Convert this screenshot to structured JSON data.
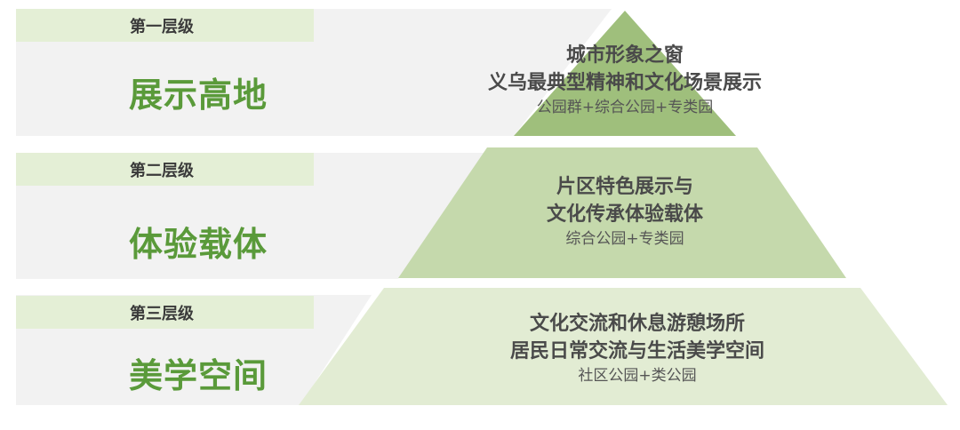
{
  "colors": {
    "panel_gray": "#f2f2f2",
    "tag_green": "#e4efd6",
    "title_green": "#5a9a3a",
    "pyramid_top": "#9fbf7c",
    "pyramid_mid": "#c5d9ac",
    "pyramid_bottom": "#e2ecd3"
  },
  "tiers": [
    {
      "level_label": "第一层级",
      "title": "展示高地",
      "line1": "城市形象之窗",
      "line2": "义乌最典型精神和文化场景展示",
      "sub": "公园群+综合公园+专类园"
    },
    {
      "level_label": "第二层级",
      "title": "体验载体",
      "line1": "片区特色展示与",
      "line2": "文化传承体验载体",
      "sub": "综合公园+专类园"
    },
    {
      "level_label": "第三层级",
      "title": "美学空间",
      "line1": "文化交流和休息游憩场所",
      "line2": "居民日常交流与生活美学空间",
      "sub": "社区公园+类公园"
    }
  ]
}
